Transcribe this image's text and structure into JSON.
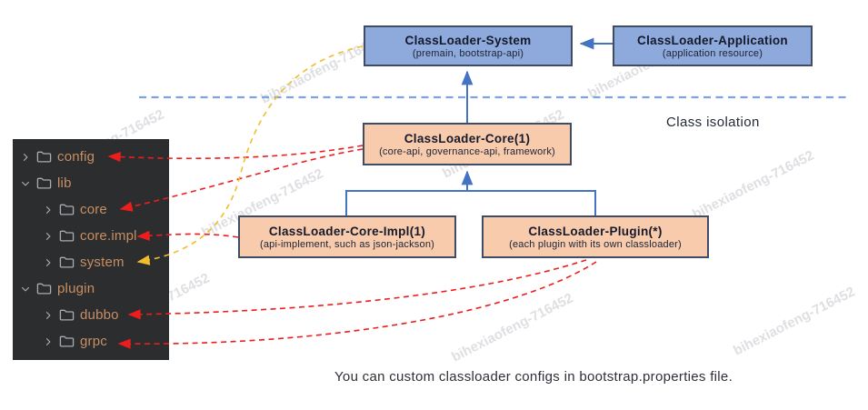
{
  "diagram": {
    "boxes": {
      "system": {
        "title": "ClassLoader-System",
        "subtitle": "(premain, bootstrap-api)"
      },
      "application": {
        "title": "ClassLoader-Application",
        "subtitle": "(application resource)"
      },
      "core": {
        "title": "ClassLoader-Core(1)",
        "subtitle": "(core-api, governance-api, framework)"
      },
      "core_impl": {
        "title": "ClassLoader-Core-Impl(1)",
        "subtitle": "(api-implement, such as json-jackson)"
      },
      "plugin": {
        "title": "ClassLoader-Plugin(*)",
        "subtitle": "(each plugin with its own classloader)"
      }
    },
    "labels": {
      "class_isolation": "Class isolation",
      "caption": "You can custom classloader configs in bootstrap.properties file."
    },
    "connections": [
      {
        "from": "ClassLoader-Application",
        "to": "ClassLoader-System",
        "style": "solid-blue-arrow"
      },
      {
        "from": "ClassLoader-Core(1)",
        "to": "ClassLoader-System",
        "style": "solid-blue-arrow"
      },
      {
        "from": "ClassLoader-Core-Impl(1)",
        "to": "ClassLoader-Core(1)",
        "style": "solid-blue-arrow"
      },
      {
        "from": "ClassLoader-Plugin(*)",
        "to": "ClassLoader-Core(1)",
        "style": "solid-blue-arrow"
      },
      {
        "from": "ClassLoader-Core(1)",
        "to": "config",
        "style": "dashed-red-arrow"
      },
      {
        "from": "ClassLoader-Core(1)",
        "to": "core",
        "style": "dashed-red-arrow"
      },
      {
        "from": "ClassLoader-Core-Impl(1)",
        "to": "core.impl",
        "style": "dashed-red-arrow"
      },
      {
        "from": "ClassLoader-System",
        "to": "system",
        "style": "dashed-yellow-arrow"
      },
      {
        "from": "ClassLoader-Plugin(*)",
        "to": "dubbo",
        "style": "dashed-red-arrow"
      },
      {
        "from": "ClassLoader-Plugin(*)",
        "to": "grpc",
        "style": "dashed-red-arrow"
      }
    ],
    "colors": {
      "blue_box_fill": "#8EA9DB",
      "orange_box_fill": "#F8CBAD",
      "box_border": "#3E4C66",
      "blue_line": "#4472C4",
      "separator_blue": "#7EA2DC",
      "red_arrow": "#EE1D1D",
      "yellow_arrow": "#F2BD2D",
      "tree_bg": "#2B2D2F",
      "tree_text": "#C98E62",
      "tree_icon": "#A9ACB0"
    }
  },
  "file_tree": {
    "items": [
      {
        "label": "config",
        "level": 0,
        "expanded": false
      },
      {
        "label": "lib",
        "level": 0,
        "expanded": true
      },
      {
        "label": "core",
        "level": 1,
        "expanded": false
      },
      {
        "label": "core.impl",
        "level": 1,
        "expanded": false
      },
      {
        "label": "system",
        "level": 1,
        "expanded": false
      },
      {
        "label": "plugin",
        "level": 0,
        "expanded": true
      },
      {
        "label": "dubbo",
        "level": 1,
        "expanded": false
      },
      {
        "label": "grpc",
        "level": 1,
        "expanded": false
      }
    ]
  },
  "watermark": {
    "text": "bihexiaofeng-716452"
  }
}
